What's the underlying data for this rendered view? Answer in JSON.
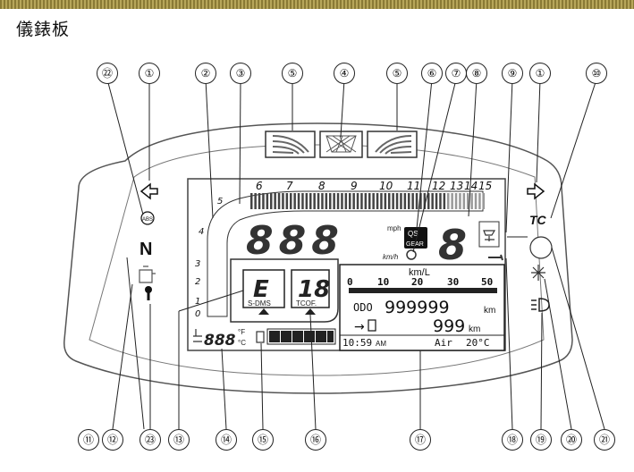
{
  "header": {
    "title": "儀錶板"
  },
  "callouts": {
    "top": [
      "㉒",
      "①",
      "②",
      "③",
      "⑤",
      "④",
      "⑤",
      "⑥",
      "⑦",
      "⑧",
      "⑨",
      "①",
      "⑩"
    ],
    "bottom": [
      "⑪",
      "⑫",
      "㉓",
      "⑬",
      "⑭",
      "⑮",
      "⑯",
      "⑰",
      "⑱",
      "⑲",
      "⑳",
      "㉑"
    ]
  },
  "tach": {
    "numbers": [
      "6",
      "7",
      "8",
      "9",
      "10",
      "11",
      "12",
      "13",
      "14",
      "15"
    ],
    "left_numbers": [
      "5",
      "4",
      "3",
      "2",
      "1",
      "0"
    ]
  },
  "speed": {
    "digits": "888",
    "unit_top": "mph",
    "unit_bottom": "km/h"
  },
  "gear": {
    "digit": "8",
    "qs": "QS",
    "gear": "GEAR"
  },
  "modes": {
    "sdms_value": "E",
    "sdms_label": "S-DMS",
    "tcof_value": "18",
    "tcof_label": "TCOF."
  },
  "lcd": {
    "kml": "km/L",
    "scale": [
      "0",
      "10",
      "20",
      "30",
      "50"
    ],
    "odo_label": "ODO",
    "odo_value": "999999",
    "odo_unit": "km",
    "trip_arrow": "→",
    "trip_value": "999",
    "trip_unit": "km",
    "time": "10:59",
    "ampm": "AM",
    "air_label": "Air",
    "air_value": "20°C"
  },
  "temp": {
    "digits": "888",
    "unit_f": "°F",
    "unit_c": "°C"
  },
  "indicators": {
    "tc": "TC",
    "neutral": "N",
    "abs": "ABS"
  }
}
